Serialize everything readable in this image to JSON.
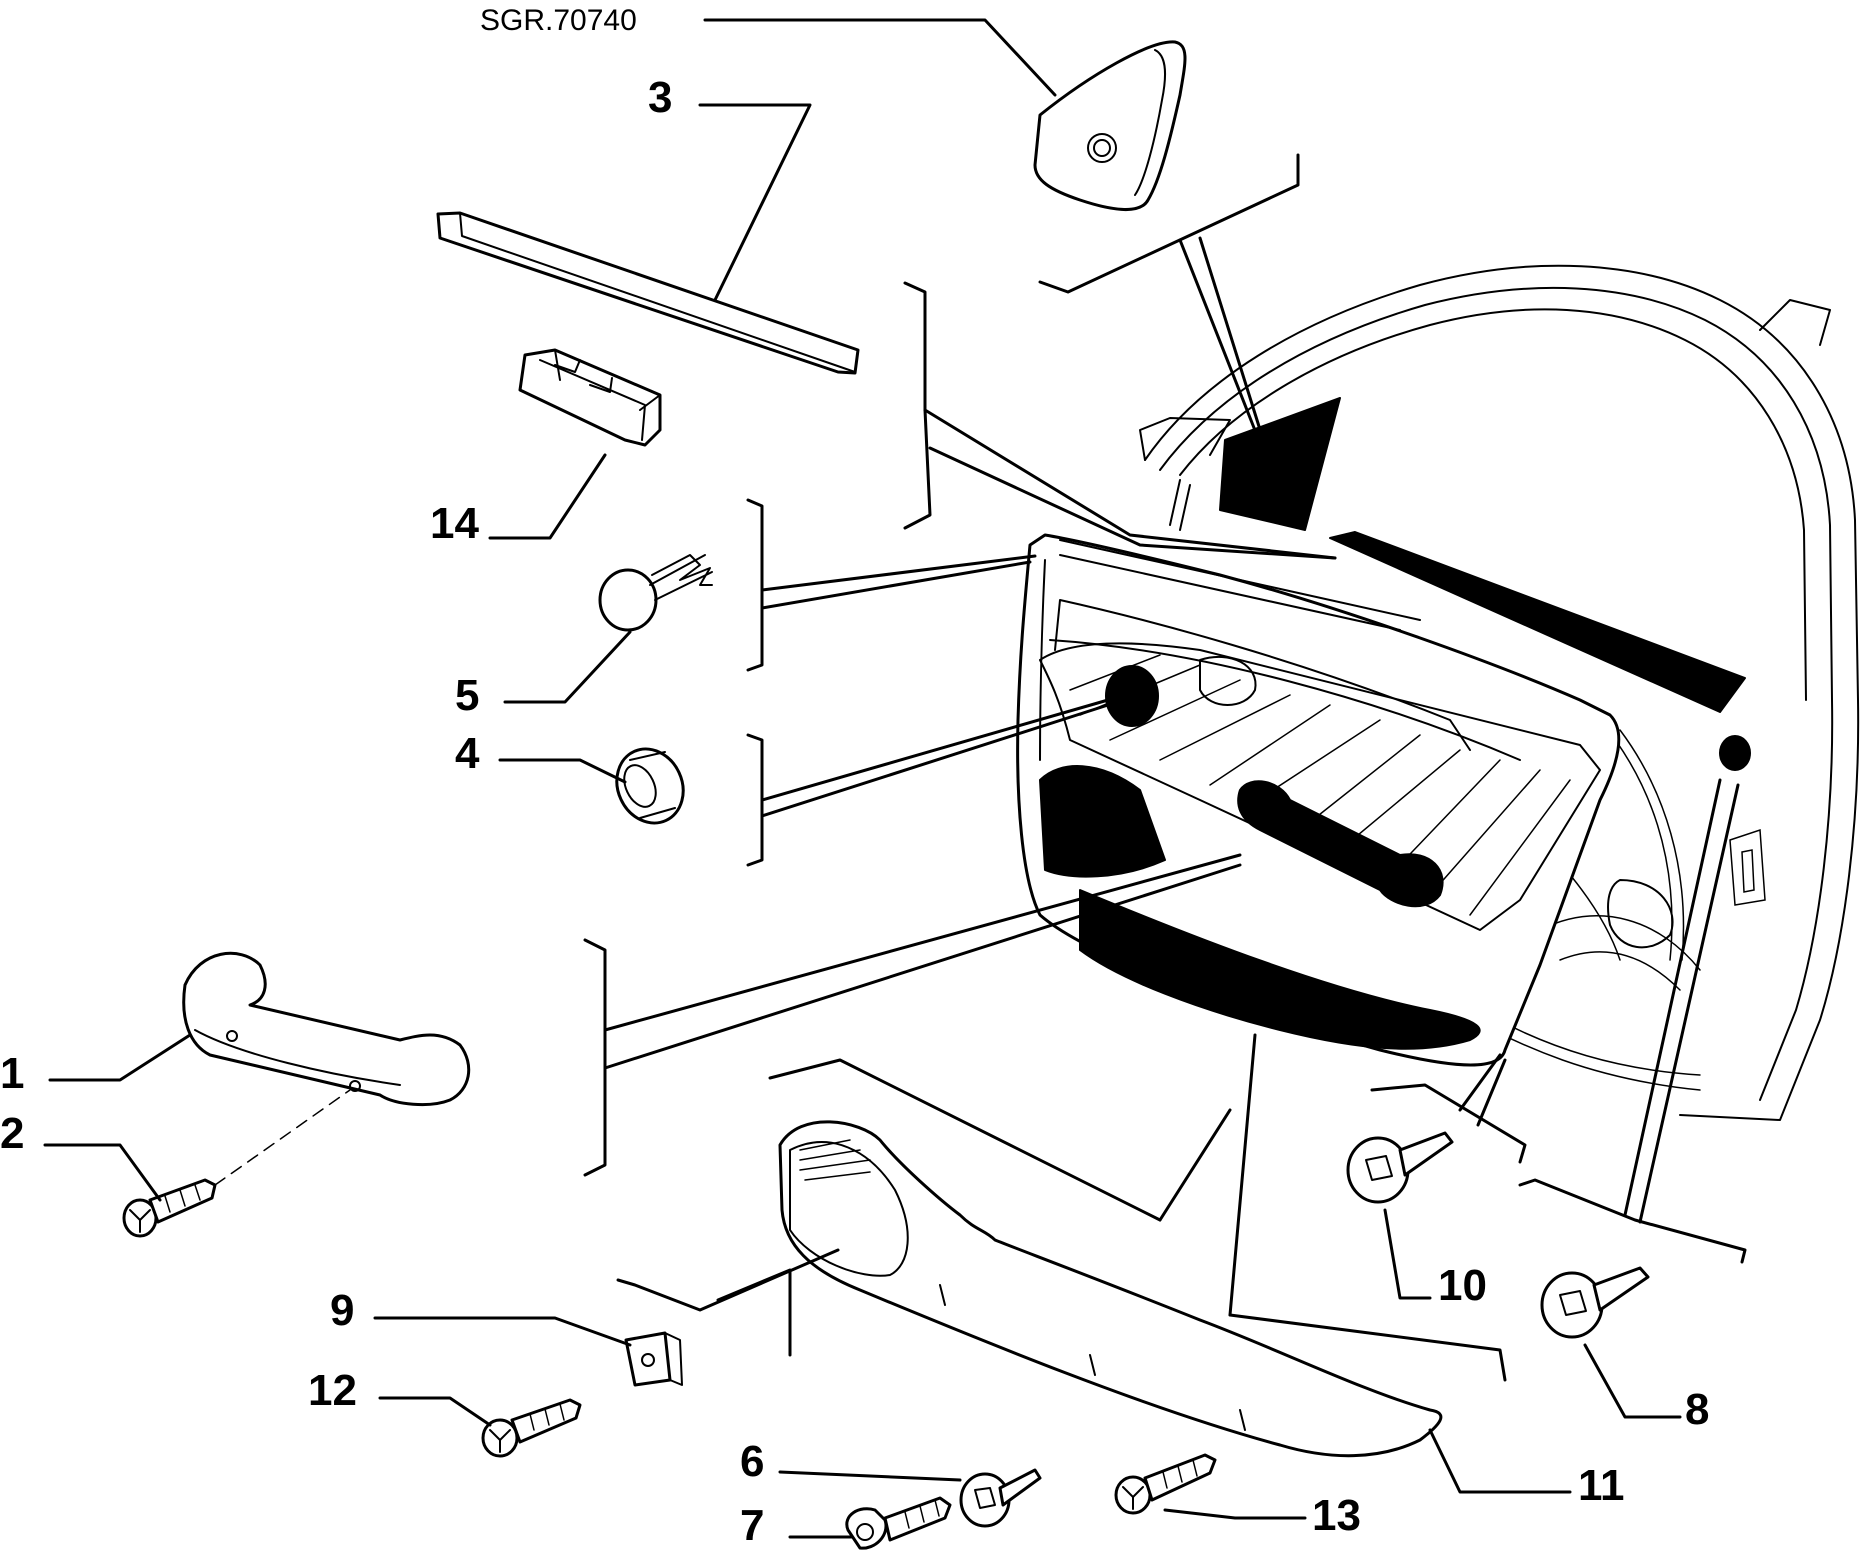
{
  "reference": "SGR.70740",
  "callouts": {
    "c1": "1",
    "c2": "2",
    "c3": "3",
    "c4": "4",
    "c5": "5",
    "c6": "6",
    "c7": "7",
    "c8": "8",
    "c9": "9",
    "c10": "10",
    "c11": "11",
    "c12": "12",
    "c13": "13",
    "c14": "14"
  }
}
